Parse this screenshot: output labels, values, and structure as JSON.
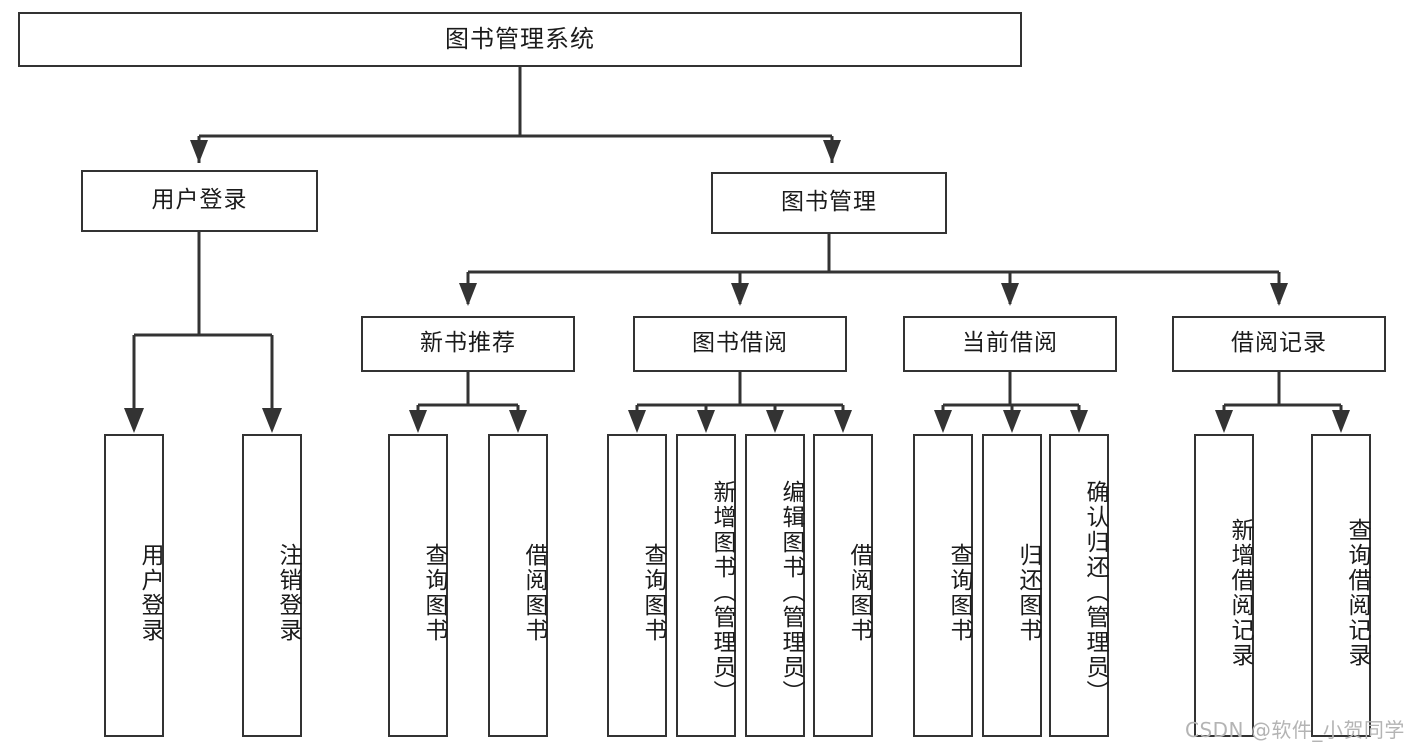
{
  "diagram": {
    "title": "图书管理系统",
    "type": "hierarchy-tree",
    "root": {
      "label": "图书管理系统"
    },
    "level2": [
      {
        "label": "用户登录"
      },
      {
        "label": "图书管理"
      }
    ],
    "level3": [
      {
        "label": "新书推荐",
        "parent": "图书管理"
      },
      {
        "label": "图书借阅",
        "parent": "图书管理"
      },
      {
        "label": "当前借阅",
        "parent": "图书管理"
      },
      {
        "label": "借阅记录",
        "parent": "图书管理"
      }
    ],
    "leaves": {
      "user_login": [
        {
          "label": "用户登录"
        },
        {
          "label": "注销登录"
        }
      ],
      "new_book_recommend": [
        {
          "label": "查询图书"
        },
        {
          "label": "借阅图书"
        }
      ],
      "book_borrow": [
        {
          "label": "查询图书"
        },
        {
          "label": "新增图书（管理员）"
        },
        {
          "label": "编辑图书（管理员）"
        },
        {
          "label": "借阅图书"
        }
      ],
      "current_borrow": [
        {
          "label": "查询图书"
        },
        {
          "label": "归还图书"
        },
        {
          "label": "确认归还（管理员）"
        }
      ],
      "borrow_record": [
        {
          "label": "新增借阅记录"
        },
        {
          "label": "查询借阅记录"
        }
      ]
    }
  },
  "watermark": {
    "text": "CSDN @软件_小贺同学"
  },
  "colors": {
    "stroke": "#333333",
    "background": "#ffffff",
    "text": "#1b1b1b",
    "watermark": "#b4b4b4"
  }
}
